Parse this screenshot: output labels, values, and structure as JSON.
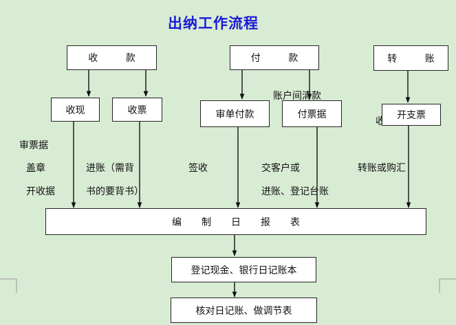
{
  "title": "出纳工作流程",
  "boxes": {
    "shoukuan": "收  款",
    "fukuan": "付  款",
    "zhuanzhang": "转  账",
    "shouxian": "收现",
    "shoupiao": "收票",
    "shendan": "审单付款",
    "fupiaoju": "付票据",
    "kaizhipiao": "开支票",
    "bianzhi": "编制日报表",
    "dengji": "登记现金、银行日记账本",
    "hedui": "核对日记账、做调节表"
  },
  "labels": {
    "zhanghu": "账户间清款",
    "shenpiaoju": "审票据",
    "gaizhang": "盖章",
    "kaishouju": "开收据",
    "jinzhang1": "进账（需背",
    "jinzhang2": "书的要背书）",
    "qianshou": "签收",
    "jiaokehu": "交客户或",
    "jinzhang_dengji": "进账、登记台账",
    "zhuanzhang_gouhui": "转账或购汇",
    "partial_char": "收"
  }
}
